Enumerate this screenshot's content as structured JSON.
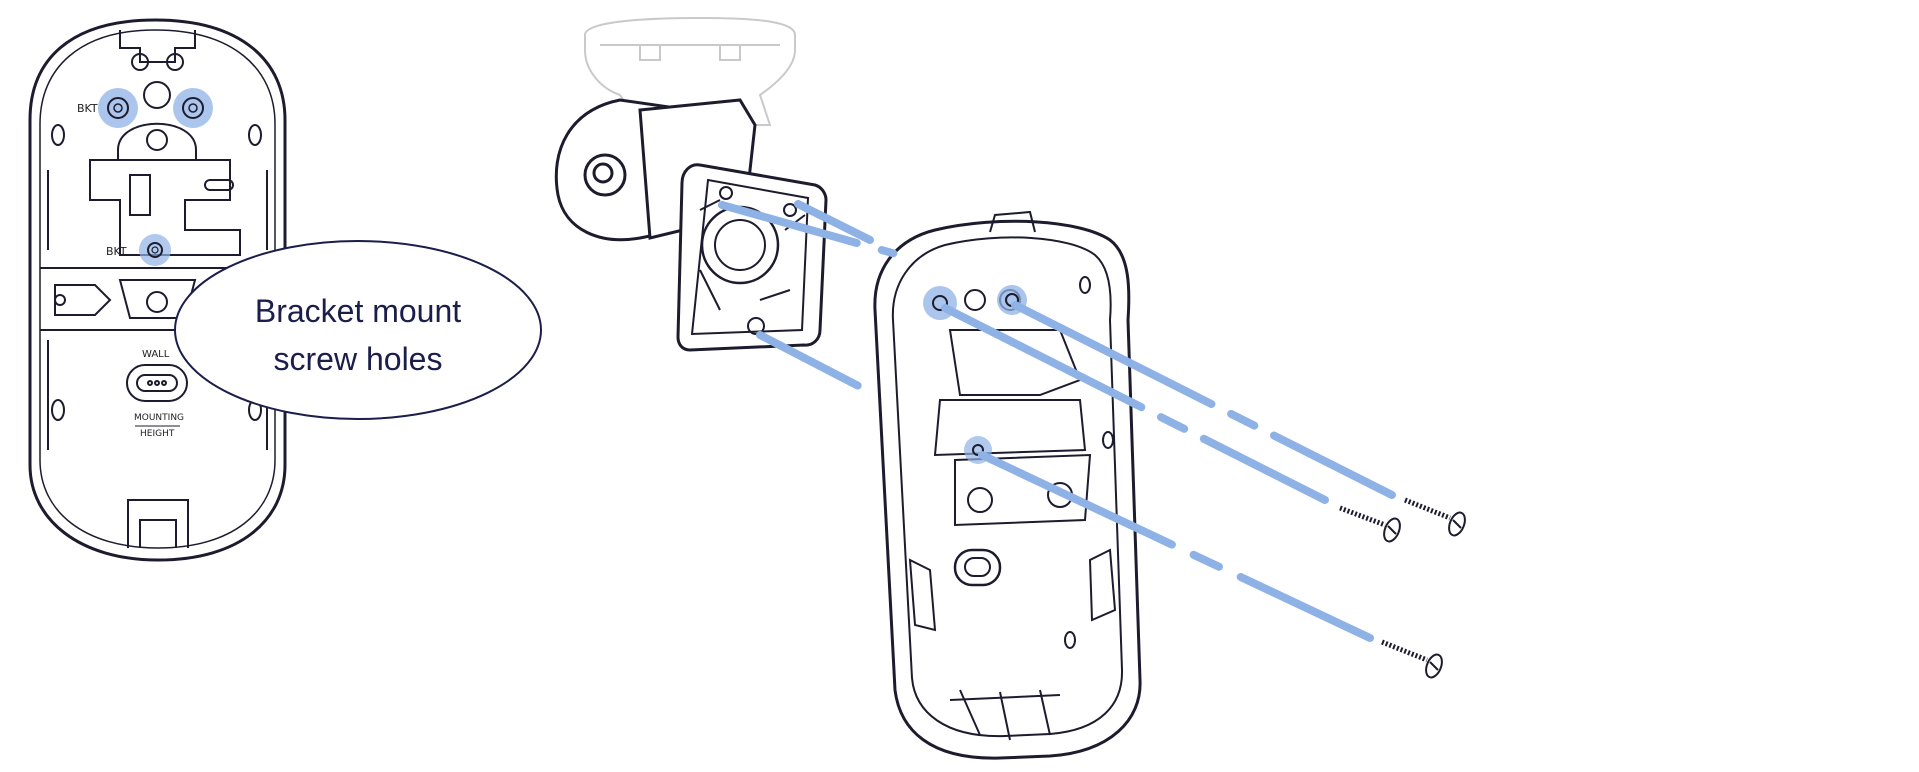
{
  "callout": {
    "line1": "Bracket mount",
    "line2": "screw holes"
  },
  "base_plate_labels": {
    "bkt_top": "BKT",
    "bkt_mid": "BKT",
    "wall": "WALL",
    "mounting": "MOUNTING",
    "height": "HEIGHT"
  },
  "colors": {
    "outline": "#1c1c2e",
    "highlight": "#8fb2e6",
    "callout_border": "#1b1d4a",
    "bracket_ghost": "#c9c9cc"
  },
  "icons": [
    "base-plate-back-view",
    "camera-bracket",
    "base-plate-exploded",
    "screw"
  ]
}
